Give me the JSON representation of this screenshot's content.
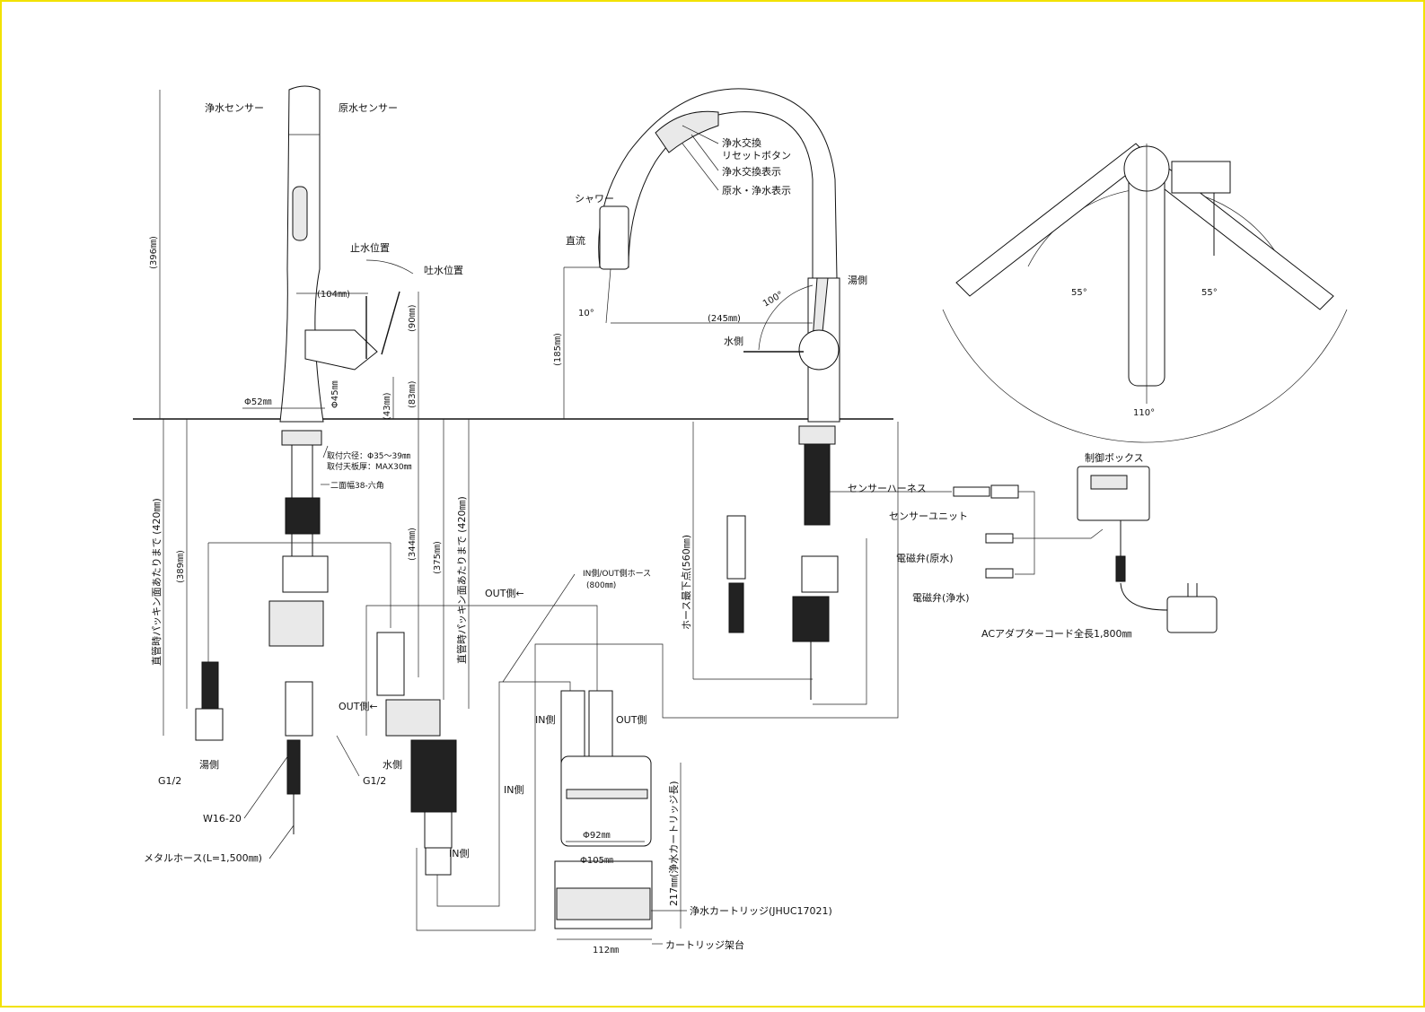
{
  "labels": {
    "pure_sensor": "浄水センサー",
    "raw_sensor": "原水センサー",
    "stop_pos": "止水位置",
    "spout_pos": "吐水位置",
    "dim_396": "(396㎜)",
    "dim_104": "(104㎜)",
    "dim_90": "(90㎜)",
    "dim_83": "(83㎜)",
    "dim_43": "(43㎜)",
    "phi45": "Φ45㎜",
    "phi52": "Φ52㎜",
    "mount_hole": "取付穴径：Φ35～39㎜",
    "mount_plate": "取付天板厚：MAX30㎜",
    "hex": "二面幅38-六角",
    "dim_389": "(389㎜)",
    "dim_344": "(344㎜)",
    "dim_375": "(375㎜)",
    "direct_420_left": "直管時パッキン面あたりまで (420㎜)",
    "direct_420_mid": "直管時パッキン面あたりまで (420㎜)",
    "hose_io": "IN側/OUT側ホース",
    "hose_io_len": "(800㎜)",
    "out_side_arrow": "OUT側←",
    "out_side_arrow2": "OUT側←",
    "hot_side": "湯側",
    "water_side": "水側",
    "g12_left": "G1/2",
    "g12_right": "G1/2",
    "w1620": "W16-20",
    "metal_hose": "メタルホース(L=1,500㎜)",
    "in_side_1": "IN側",
    "in_side_2": "IN側",
    "in_side_3": "IN側",
    "out_side_3": "OUT側",
    "phi92": "Φ92㎜",
    "phi105": "Φ105㎜",
    "cart_len": "217㎜(浄水カートリッジ長)",
    "cartridge": "浄水カートリッジ(JHUC17021)",
    "cart_stand": "カートリッジ架台",
    "dim_112": "112㎜",
    "reset_1": "浄水交換",
    "reset_2": "リセットボタン",
    "change_disp": "浄水交換表示",
    "raw_pure_disp": "原水・浄水表示",
    "shower": "シャワー",
    "straight": "直流",
    "hot_side_r": "湯側",
    "water_side_r": "水側",
    "dim_245": "(245㎜)",
    "dim_185": "(185㎜)",
    "ang_100": "100°",
    "ang_10": "10°",
    "sensor_harness": "センサーハーネス",
    "sensor_unit": "センサーユニット",
    "valve_raw": "電磁弁(原水)",
    "valve_pure": "電磁弁(浄水)",
    "control_box": "制御ボックス",
    "ac_cord": "ACアダプターコード全長1,800㎜",
    "hose_low": "ホース最下点(560㎜)",
    "ang_55a": "55°",
    "ang_55b": "55°",
    "ang_110": "110°"
  }
}
